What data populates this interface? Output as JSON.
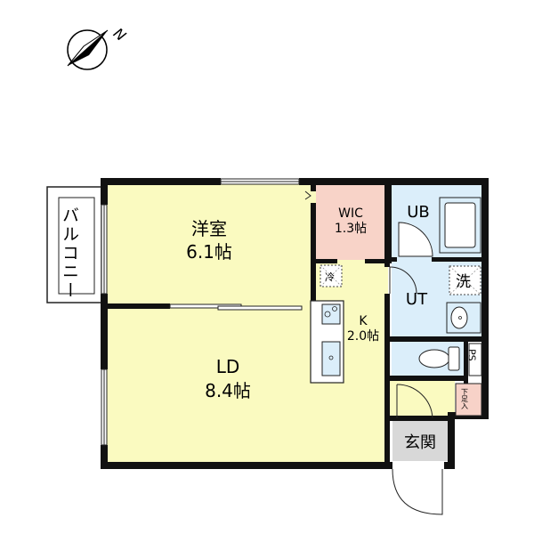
{
  "compass": {
    "north_label": "N"
  },
  "rooms": {
    "balcony": {
      "label": "バルコニー"
    },
    "western_room": {
      "name": "洋室",
      "size": "6.1帖"
    },
    "ld": {
      "name": "LD",
      "size": "8.4帖"
    },
    "kitchen": {
      "name": "K",
      "size": "2.0帖"
    },
    "wic": {
      "name": "WIC",
      "size": "1.3帖"
    },
    "ub": {
      "name": "UB"
    },
    "ut": {
      "name": "UT"
    },
    "entrance": {
      "name": "玄関"
    }
  },
  "fixtures": {
    "fridge": "冷",
    "washer": "洗",
    "ps": "PS",
    "shoe_box": "下足入"
  },
  "colors": {
    "living_floor": "#fafac0",
    "wic_floor": "#f8d3c8",
    "wet_area_floor": "#dbeefa",
    "entrance_floor": "#d8d8d8",
    "shoe_box": "#f7d2c8",
    "wall": "#111111"
  }
}
